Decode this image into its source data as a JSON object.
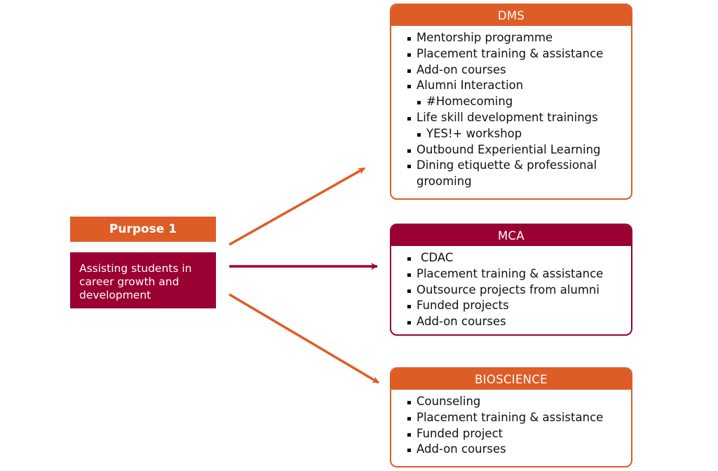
{
  "purpose": {
    "title": "Purpose 1",
    "description": "Assisting students in career growth and development"
  },
  "departments": [
    {
      "name": "DMS",
      "color": "#de5d27",
      "items": [
        "Mentorship programme",
        "Placement training & assistance",
        "Add-on courses",
        "Alumni Interaction",
        "#Homecoming",
        "Life skill development trainings",
        "YES!+ workshop",
        "Outbound Experiential Learning",
        "Dining etiquette & professional",
        "grooming"
      ]
    },
    {
      "name": "MCA",
      "color": "#9a0032",
      "items": [
        "CDAC",
        "Placement training & assistance",
        "Outsource projects from alumni",
        "Funded projects",
        "Add-on courses"
      ]
    },
    {
      "name": "BIOSCIENCE",
      "color": "#de5d27",
      "items": [
        "Counseling",
        "Placement training & assistance",
        "Funded project",
        "Add-on courses"
      ]
    }
  ],
  "colors": {
    "orange": "#de5d27",
    "maroon": "#9a0032"
  }
}
